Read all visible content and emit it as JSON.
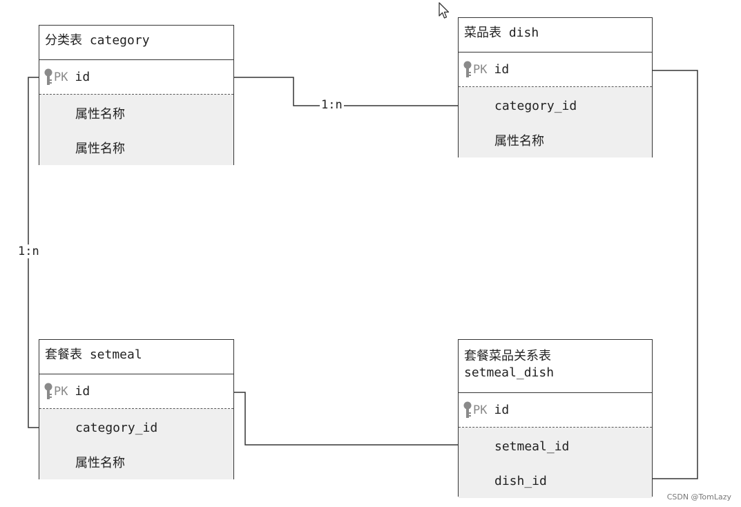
{
  "entities": {
    "category": {
      "title": "分类表 category",
      "pk_label": "PK",
      "pk_field": "id",
      "attrs": [
        "属性名称",
        "属性名称"
      ]
    },
    "dish": {
      "title": "菜品表 dish",
      "pk_label": "PK",
      "pk_field": "id",
      "attrs": [
        "category_id",
        "属性名称"
      ]
    },
    "setmeal": {
      "title": "套餐表 setmeal",
      "pk_label": "PK",
      "pk_field": "id",
      "attrs": [
        "category_id",
        "属性名称"
      ]
    },
    "setmeal_dish": {
      "title_line1": "套餐菜品关系表",
      "title_line2": "setmeal_dish",
      "pk_label": "PK",
      "pk_field": "id",
      "attrs": [
        "setmeal_id",
        "dish_id"
      ]
    }
  },
  "relations": {
    "category_dish": "1:n",
    "category_setmeal": "1:n"
  },
  "colors": {
    "line": "#333333",
    "attr_bg": "#efefef",
    "key": "#8a8a8a"
  },
  "watermark": "CSDN @TomLazy"
}
